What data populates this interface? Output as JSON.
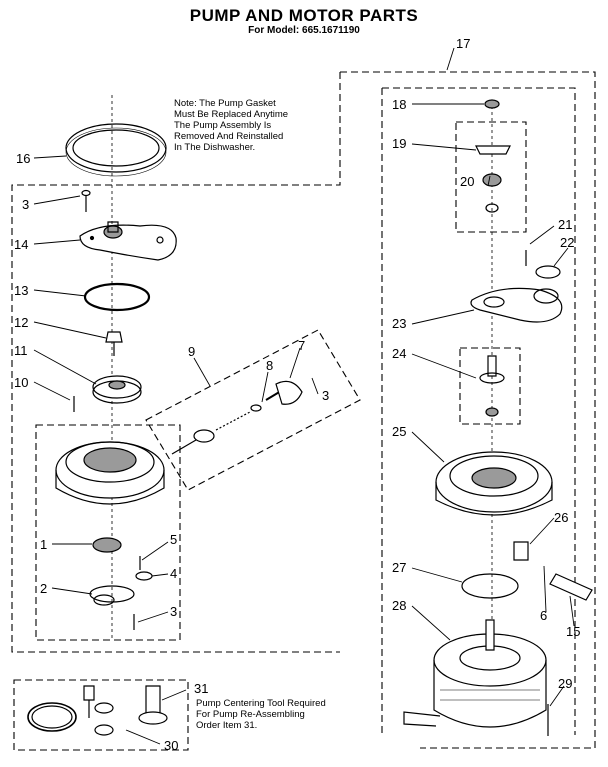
{
  "header": {
    "title": "PUMP AND MOTOR PARTS",
    "subtitle": "For Model: 665.1671190"
  },
  "notes": {
    "gasket_note": [
      "Note: The Pump Gasket",
      "Must Be Replaced Anytime",
      "The Pump Assembly Is",
      "Removed And Reinstalled",
      "In The Dishwasher."
    ],
    "tool_note": [
      "Pump Centering Tool Required",
      "For Pump Re-Assembling",
      "Order Item 31."
    ]
  },
  "callouts": {
    "c1": "1",
    "c2": "2",
    "c3a": "3",
    "c3b": "3",
    "c3c": "3",
    "c4": "4",
    "c5": "5",
    "c6": "6",
    "c7": "7",
    "c8": "8",
    "c9": "9",
    "c10": "10",
    "c11": "11",
    "c12": "12",
    "c13": "13",
    "c14": "14",
    "c15": "15",
    "c16": "16",
    "c17": "17",
    "c18": "18",
    "c19": "19",
    "c20": "20",
    "c21": "21",
    "c22": "22",
    "c23": "23",
    "c24": "24",
    "c25": "25",
    "c26": "26",
    "c27": "27",
    "c28": "28",
    "c29": "29",
    "c30": "30",
    "c31": "31"
  },
  "colors": {
    "ink": "#000000",
    "paper": "#ffffff",
    "shade": "#9a9a9a"
  }
}
